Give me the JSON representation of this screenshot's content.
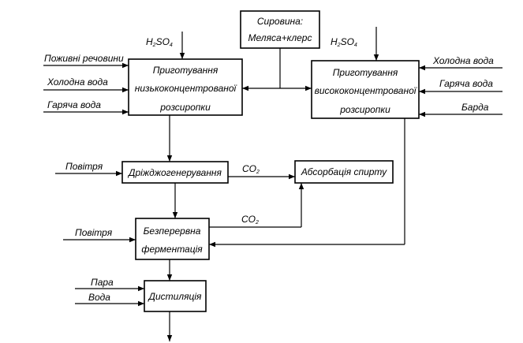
{
  "blocks": {
    "raw_material": [
      "Сировина:",
      "Меляса+клерс"
    ],
    "low_conc": [
      "Приготування",
      "низькоконцентрованої",
      "розсиропки"
    ],
    "high_conc": [
      "Приготування",
      "висококонцентрованої",
      "розсиропки"
    ],
    "yeast": "Дріжджогенерування",
    "absorption": "Абсорбація спирту",
    "fermentation": [
      "Безперервна",
      "ферментація"
    ],
    "distillation": "Дистиляція"
  },
  "inputs": {
    "h2so4_left": {
      "base": "H",
      "sub1": "2",
      "mid": "SO",
      "sub2": "4"
    },
    "h2so4_right": {
      "base": "H",
      "sub1": "2",
      "mid": "SO",
      "sub2": "4"
    },
    "nutrients": "Поживні речовини",
    "cold_water_left": "Холодна вода",
    "hot_water_left": "Гаряча вода",
    "cold_water_right": "Холодна вода",
    "hot_water_right": "Гаряча вода",
    "stillage": "Барда",
    "air_yeast": "Повітря",
    "air_fermentation": "Повітря",
    "steam": "Пара",
    "water_distill": "Вода"
  },
  "streams": {
    "co2_yeast": {
      "base": "CO",
      "sub": "2"
    },
    "co2_fermentation": {
      "base": "CO",
      "sub": "2"
    }
  }
}
